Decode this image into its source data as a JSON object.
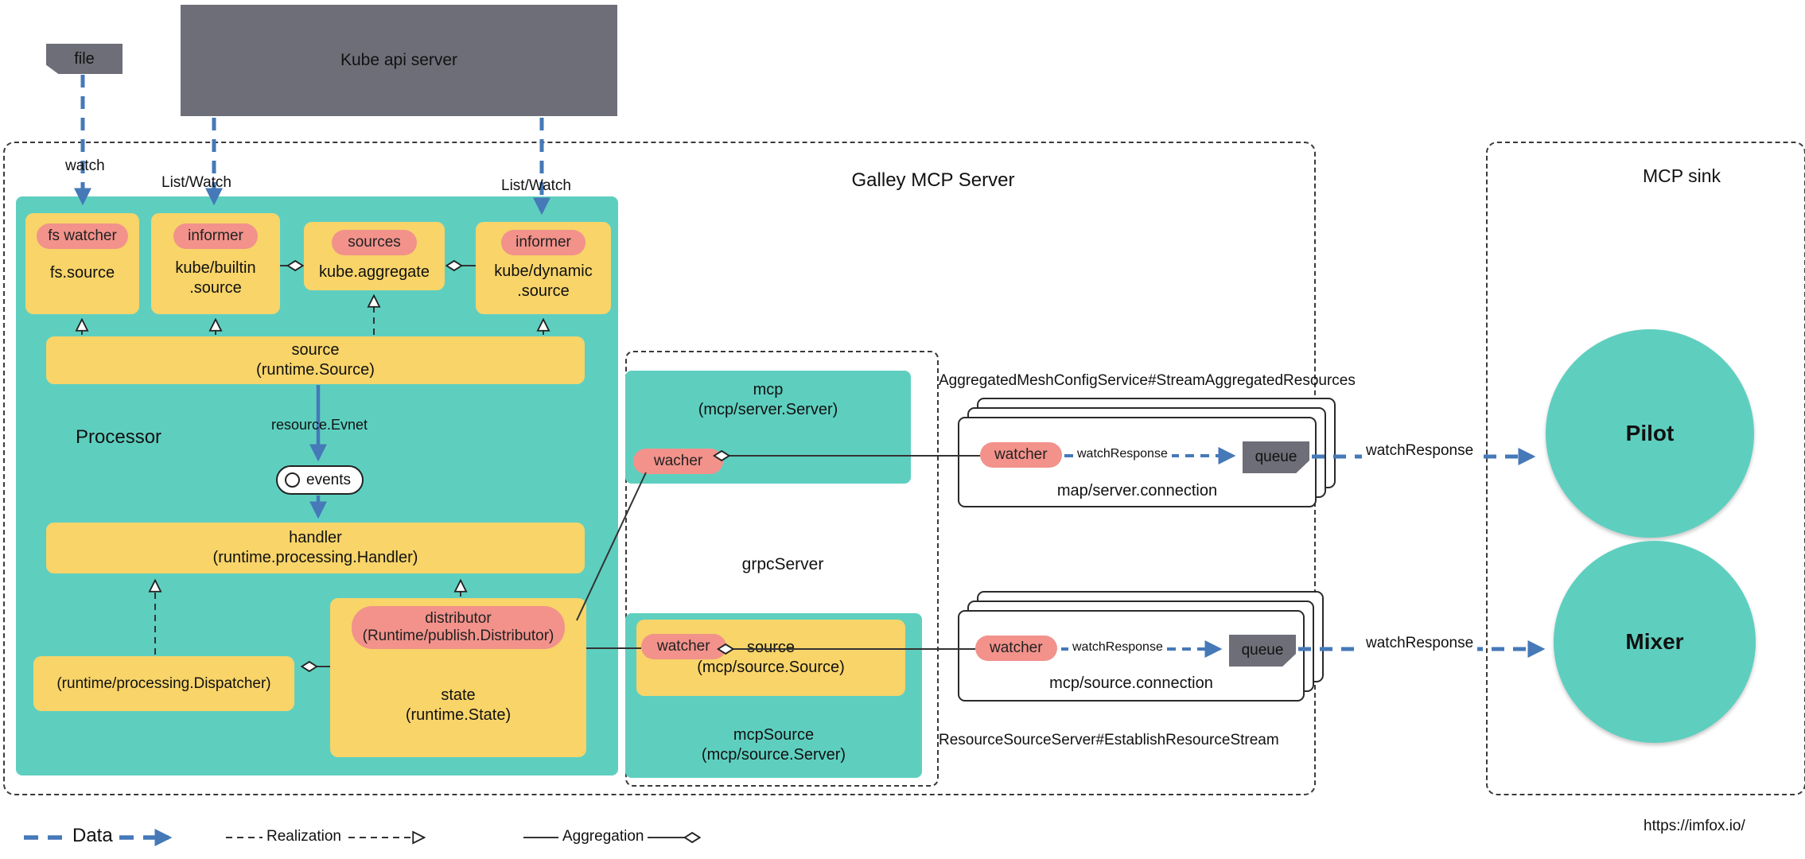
{
  "external": {
    "file": "file",
    "kube_api_server": "Kube api server"
  },
  "labels": {
    "watch": "watch",
    "list_watch_left": "List/Watch",
    "list_watch_right": "List/Watch",
    "resource_event": "resource.Evnet",
    "events": "events",
    "grpc_server": "grpcServer",
    "aggregated_service": "AggregatedMeshConfigService#StreamAggregatedResources",
    "resource_source_server": "ResourceSourceServer#EstablishResourceStream",
    "watch_response_top_card": "watchResponse",
    "watch_response_bottom_card": "watchResponse",
    "watch_response_pilot": "watchResponse",
    "watch_response_mixer": "watchResponse",
    "url": "https://imfox.io/"
  },
  "galley": {
    "title": "Galley MCP Server",
    "processor": {
      "title": "Processor",
      "sources": [
        {
          "badge": "fs watcher",
          "label": "fs.source"
        },
        {
          "badge": "informer",
          "label": "kube/builtin\n.source"
        },
        {
          "badge": "sources",
          "label": "kube.aggregate"
        },
        {
          "badge": "informer",
          "label": "kube/dynamic\n.source"
        }
      ],
      "source_box": "source\n(runtime.Source)",
      "handler_box": "handler\n(runtime.processing.Handler)",
      "dispatcher_box": "(runtime/processing.Dispatcher)",
      "distributor_badge": "distributor\n(Runtime/publish.Distributor)",
      "state_label": "state\n(runtime.State)"
    },
    "grpc": {
      "mcp_title": "mcp\n(mcp/server.Server)",
      "mcp_badge": "wacher",
      "mcp_source_title": "mcpSource\n(mcp/source.Server)",
      "source_box": "source\n(mcp/source.Source)",
      "source_badge": "watcher"
    },
    "server_connection": {
      "badge": "watcher",
      "queue": "queue",
      "label": "map/server.connection"
    },
    "source_connection": {
      "badge": "watcher",
      "queue": "queue",
      "label": "mcp/source.connection"
    }
  },
  "sink": {
    "title": "MCP sink",
    "pilot": "Pilot",
    "mixer": "Mixer"
  },
  "legend": {
    "data": "Data",
    "realization": "Realization",
    "aggregation": "Aggregation"
  },
  "colors": {
    "teal": "#5ecfbf",
    "yellow": "#f8d469",
    "salmon": "#f2928b",
    "gray": "#6e6e78",
    "arrow_blue": "#4579b8"
  }
}
